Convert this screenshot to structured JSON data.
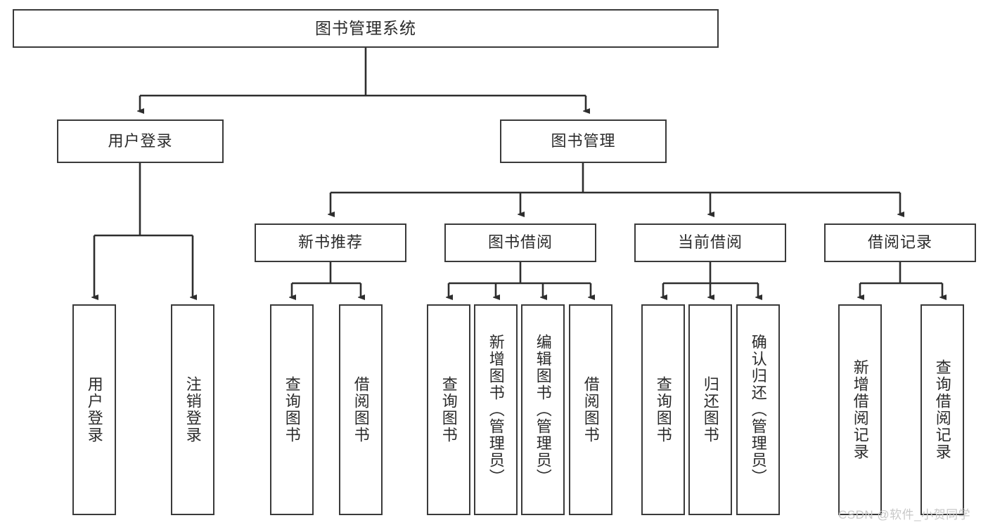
{
  "diagram": {
    "title": "图书管理系统",
    "watermark": "CSDN @软件_小贺同学",
    "colors": {
      "box_border": "#3a3a3a",
      "box_fill": "#ffffff",
      "line": "#2e2e2e",
      "text": "#2b2b2b",
      "watermark": "#c8c8c8",
      "background": "#ffffff"
    },
    "level1": {
      "root": "图书管理系统"
    },
    "level2": [
      {
        "label": "用户登录"
      },
      {
        "label": "图书管理"
      }
    ],
    "level3": [
      {
        "label": "新书推荐"
      },
      {
        "label": "图书借阅"
      },
      {
        "label": "当前借阅"
      },
      {
        "label": "借阅记录"
      }
    ],
    "leaves": {
      "user_login": [
        {
          "label": "用户登录"
        },
        {
          "label": "注销登录"
        }
      ],
      "new_book_recommend": [
        {
          "label": "查询图书"
        },
        {
          "label": "借阅图书"
        }
      ],
      "book_borrow": [
        {
          "label": "查询图书"
        },
        {
          "label": "新增图书（管理员）"
        },
        {
          "label": "编辑图书（管理员）"
        },
        {
          "label": "借阅图书"
        }
      ],
      "current_borrow": [
        {
          "label": "查询图书"
        },
        {
          "label": "归还图书"
        },
        {
          "label": "确认归还（管理员）"
        }
      ],
      "borrow_record": [
        {
          "label": "新增借阅记录"
        },
        {
          "label": "查询借阅记录"
        }
      ]
    }
  }
}
